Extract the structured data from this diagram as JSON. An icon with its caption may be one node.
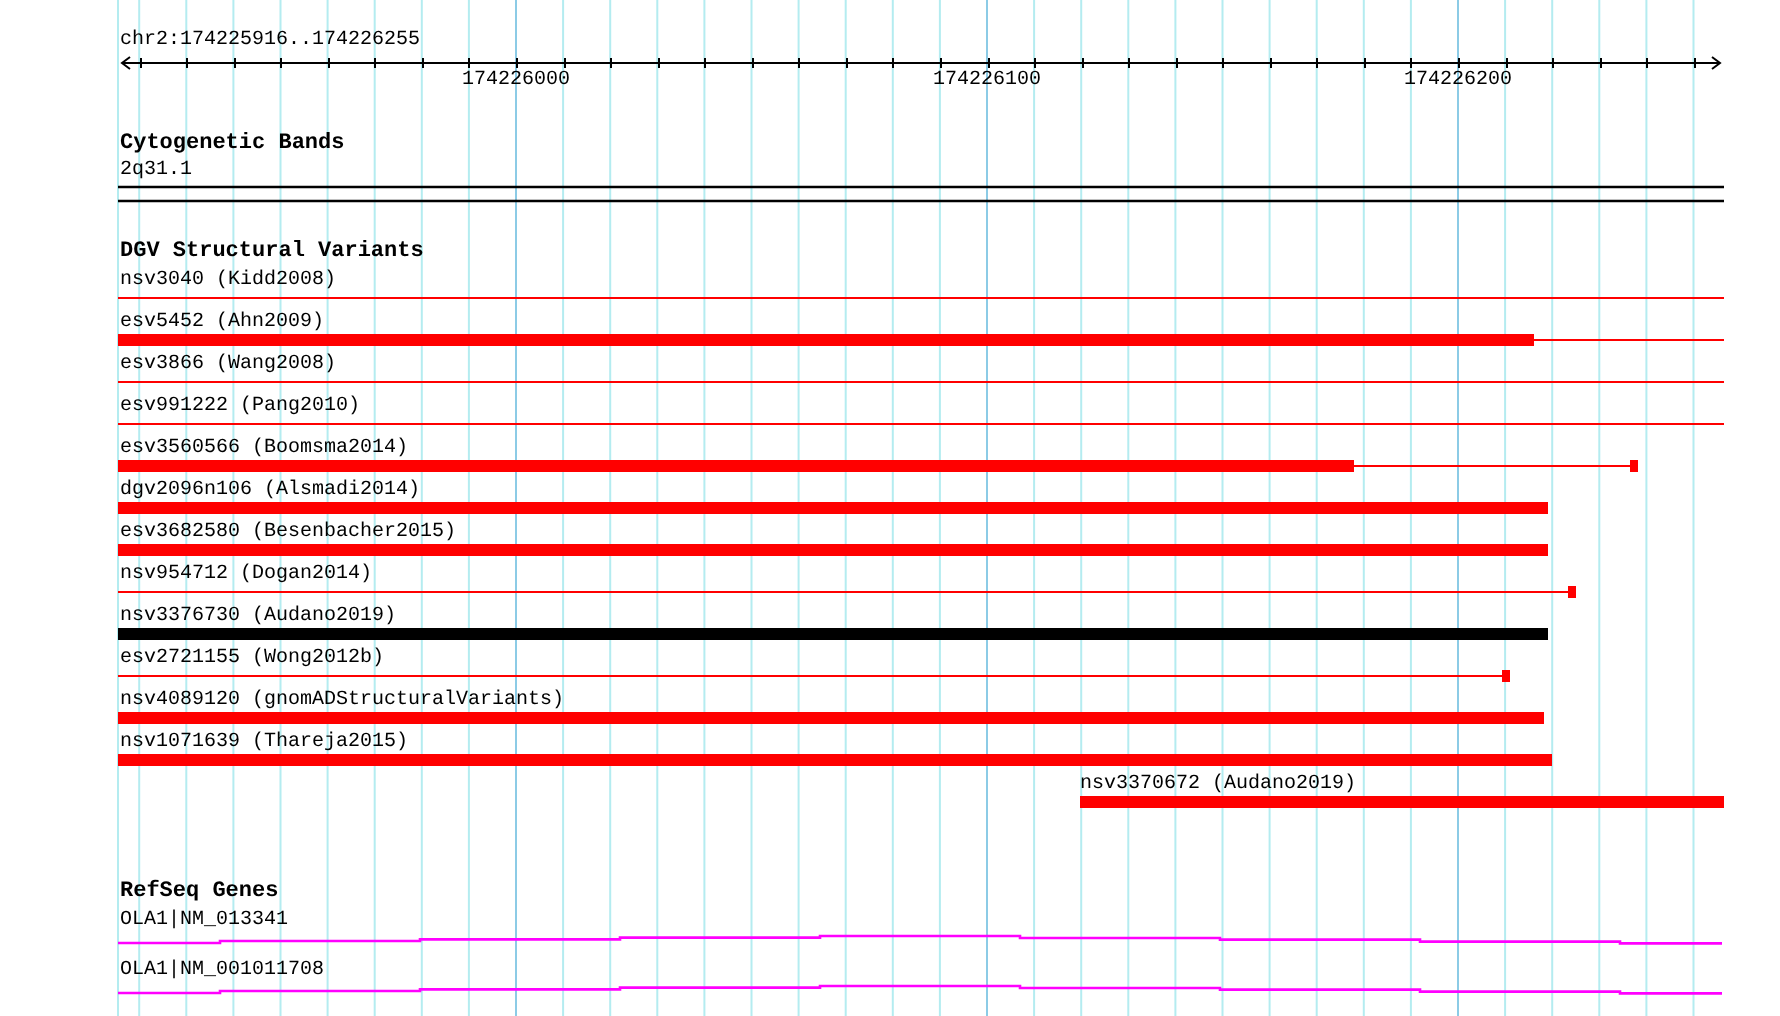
{
  "diagram": {
    "labels": [
      "chr2:174225916..174226255",
      "174226000",
      "174226100",
      "174226200",
      "Cytogenetic Bands",
      "2q31.1",
      "DGV Structural Variants",
      "nsv3040 (Kidd2008)",
      "esv5452 (Ahn2009)",
      "esv3866 (Wang2008)",
      "esv991222 (Pang2010)",
      "esv3560566 (Boomsma2014)",
      "dgv2096n106 (Alsmadi2014)",
      "esv3682580 (Besenbacher2015)",
      "nsv954712 (Dogan2014)",
      "nsv3376730 (Audano2019)",
      "esv2721155 (Wong2012b)",
      "nsv4089120 (gnomADStructuralVariants)",
      "nsv1071639 (Thareja2015)",
      "nsv3370672 (Audano2019)",
      "RefSeq Genes",
      "OLA1|NM_013341",
      "OLA1|NM_001011708"
    ]
  }
}
